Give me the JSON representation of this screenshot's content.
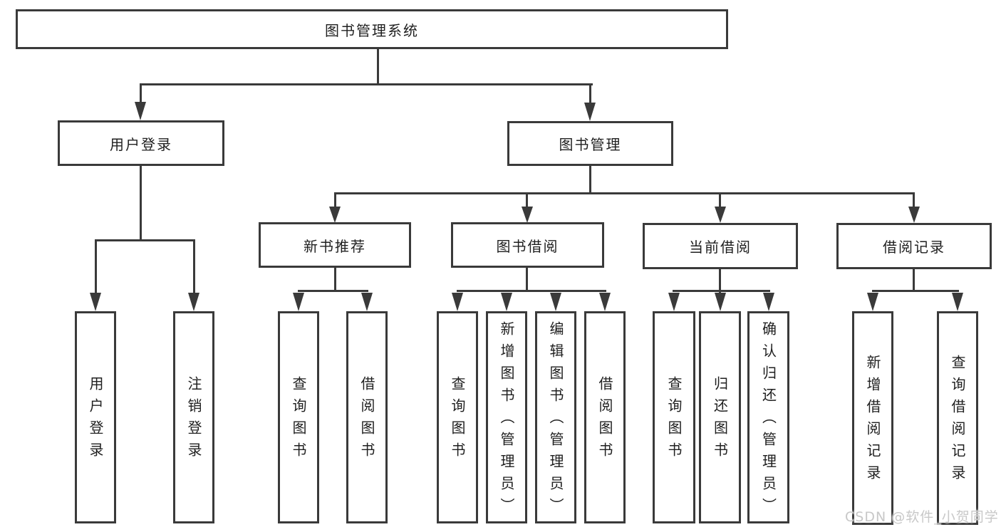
{
  "diagram": {
    "root": {
      "label": "图书管理系统"
    },
    "level2": {
      "user_login": {
        "label": "用户登录"
      },
      "book_management": {
        "label": "图书管理"
      }
    },
    "level3": {
      "new_book_rec": {
        "label": "新书推荐"
      },
      "book_borrow": {
        "label": "图书借阅"
      },
      "current_borrow": {
        "label": "当前借阅"
      },
      "borrow_records": {
        "label": "借阅记录"
      }
    },
    "leaves": {
      "user_login_login": {
        "label": "用户登录"
      },
      "user_login_logout": {
        "label": "注销登录"
      },
      "nbr_query_books": {
        "label": "查询图书"
      },
      "nbr_borrow_books": {
        "label": "借阅图书"
      },
      "bb_query_books": {
        "label": "查询图书"
      },
      "bb_add_books": {
        "label": "新增图书（管理员）"
      },
      "bb_edit_books": {
        "label": "编辑图书（管理员）"
      },
      "bb_borrow_books": {
        "label": "借阅图书"
      },
      "cb_query_books": {
        "label": "查询图书"
      },
      "cb_return_books": {
        "label": "归还图书"
      },
      "cb_confirm_return": {
        "label": "确认归还（管理员）"
      },
      "br_add_record": {
        "label": "新增借阅记录"
      },
      "br_query_record": {
        "label": "查询借阅记录"
      }
    }
  },
  "watermark": {
    "text": "CSDN @软件_小贺同学"
  },
  "colors": {
    "line": "#3a3a3a",
    "text": "#1f1f1f",
    "background": "#ffffff",
    "watermark": "#c8c8c8"
  }
}
